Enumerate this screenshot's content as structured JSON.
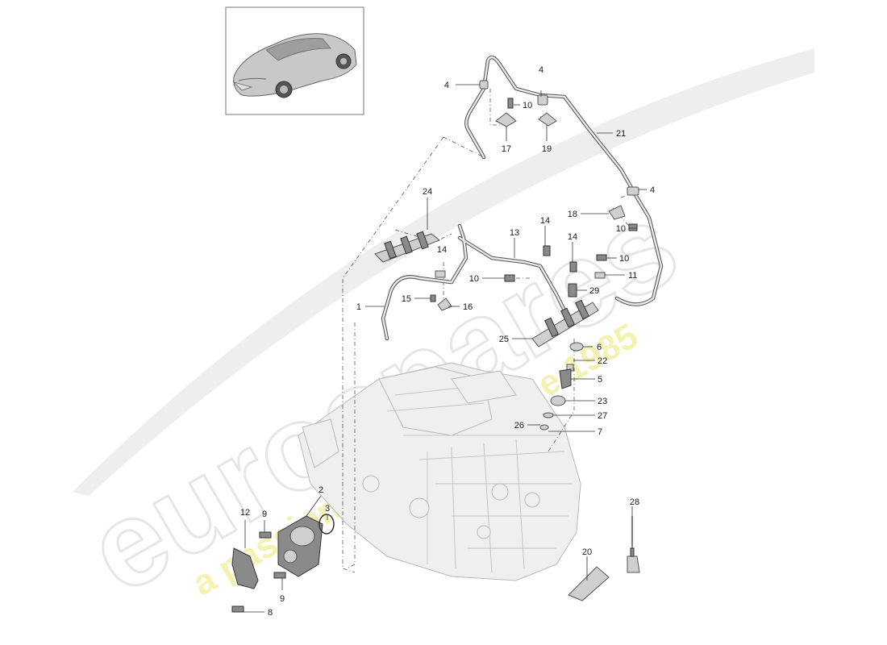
{
  "watermark": {
    "brand": "eurospares",
    "slogan": "a passion for parts since 1985"
  },
  "thumbnail": {
    "icon": "car-thumbnail-icon"
  },
  "callouts": [
    {
      "id": "c4a",
      "label": "4"
    },
    {
      "id": "c4b",
      "label": "4"
    },
    {
      "id": "c10a",
      "label": "10"
    },
    {
      "id": "c17",
      "label": "17"
    },
    {
      "id": "c19",
      "label": "19"
    },
    {
      "id": "c21",
      "label": "21"
    },
    {
      "id": "c4c",
      "label": "4"
    },
    {
      "id": "c18",
      "label": "18"
    },
    {
      "id": "c10b",
      "label": "10"
    },
    {
      "id": "c24",
      "label": "24"
    },
    {
      "id": "c14a",
      "label": "14"
    },
    {
      "id": "c13",
      "label": "13"
    },
    {
      "id": "c14b",
      "label": "14"
    },
    {
      "id": "c10c",
      "label": "10"
    },
    {
      "id": "c14c",
      "label": "14"
    },
    {
      "id": "c10d",
      "label": "10"
    },
    {
      "id": "c11",
      "label": "11"
    },
    {
      "id": "c29",
      "label": "29"
    },
    {
      "id": "c1",
      "label": "1"
    },
    {
      "id": "c15",
      "label": "15"
    },
    {
      "id": "c16",
      "label": "16"
    },
    {
      "id": "c25",
      "label": "25"
    },
    {
      "id": "c6",
      "label": "6"
    },
    {
      "id": "c22",
      "label": "22"
    },
    {
      "id": "c5",
      "label": "5"
    },
    {
      "id": "c23",
      "label": "23"
    },
    {
      "id": "c26",
      "label": "26"
    },
    {
      "id": "c27",
      "label": "27"
    },
    {
      "id": "c7",
      "label": "7"
    },
    {
      "id": "c2",
      "label": "2"
    },
    {
      "id": "c3",
      "label": "3"
    },
    {
      "id": "c12",
      "label": "12"
    },
    {
      "id": "c9a",
      "label": "9"
    },
    {
      "id": "c9b",
      "label": "9"
    },
    {
      "id": "c8",
      "label": "8"
    },
    {
      "id": "c28",
      "label": "28"
    },
    {
      "id": "c20",
      "label": "20"
    }
  ]
}
